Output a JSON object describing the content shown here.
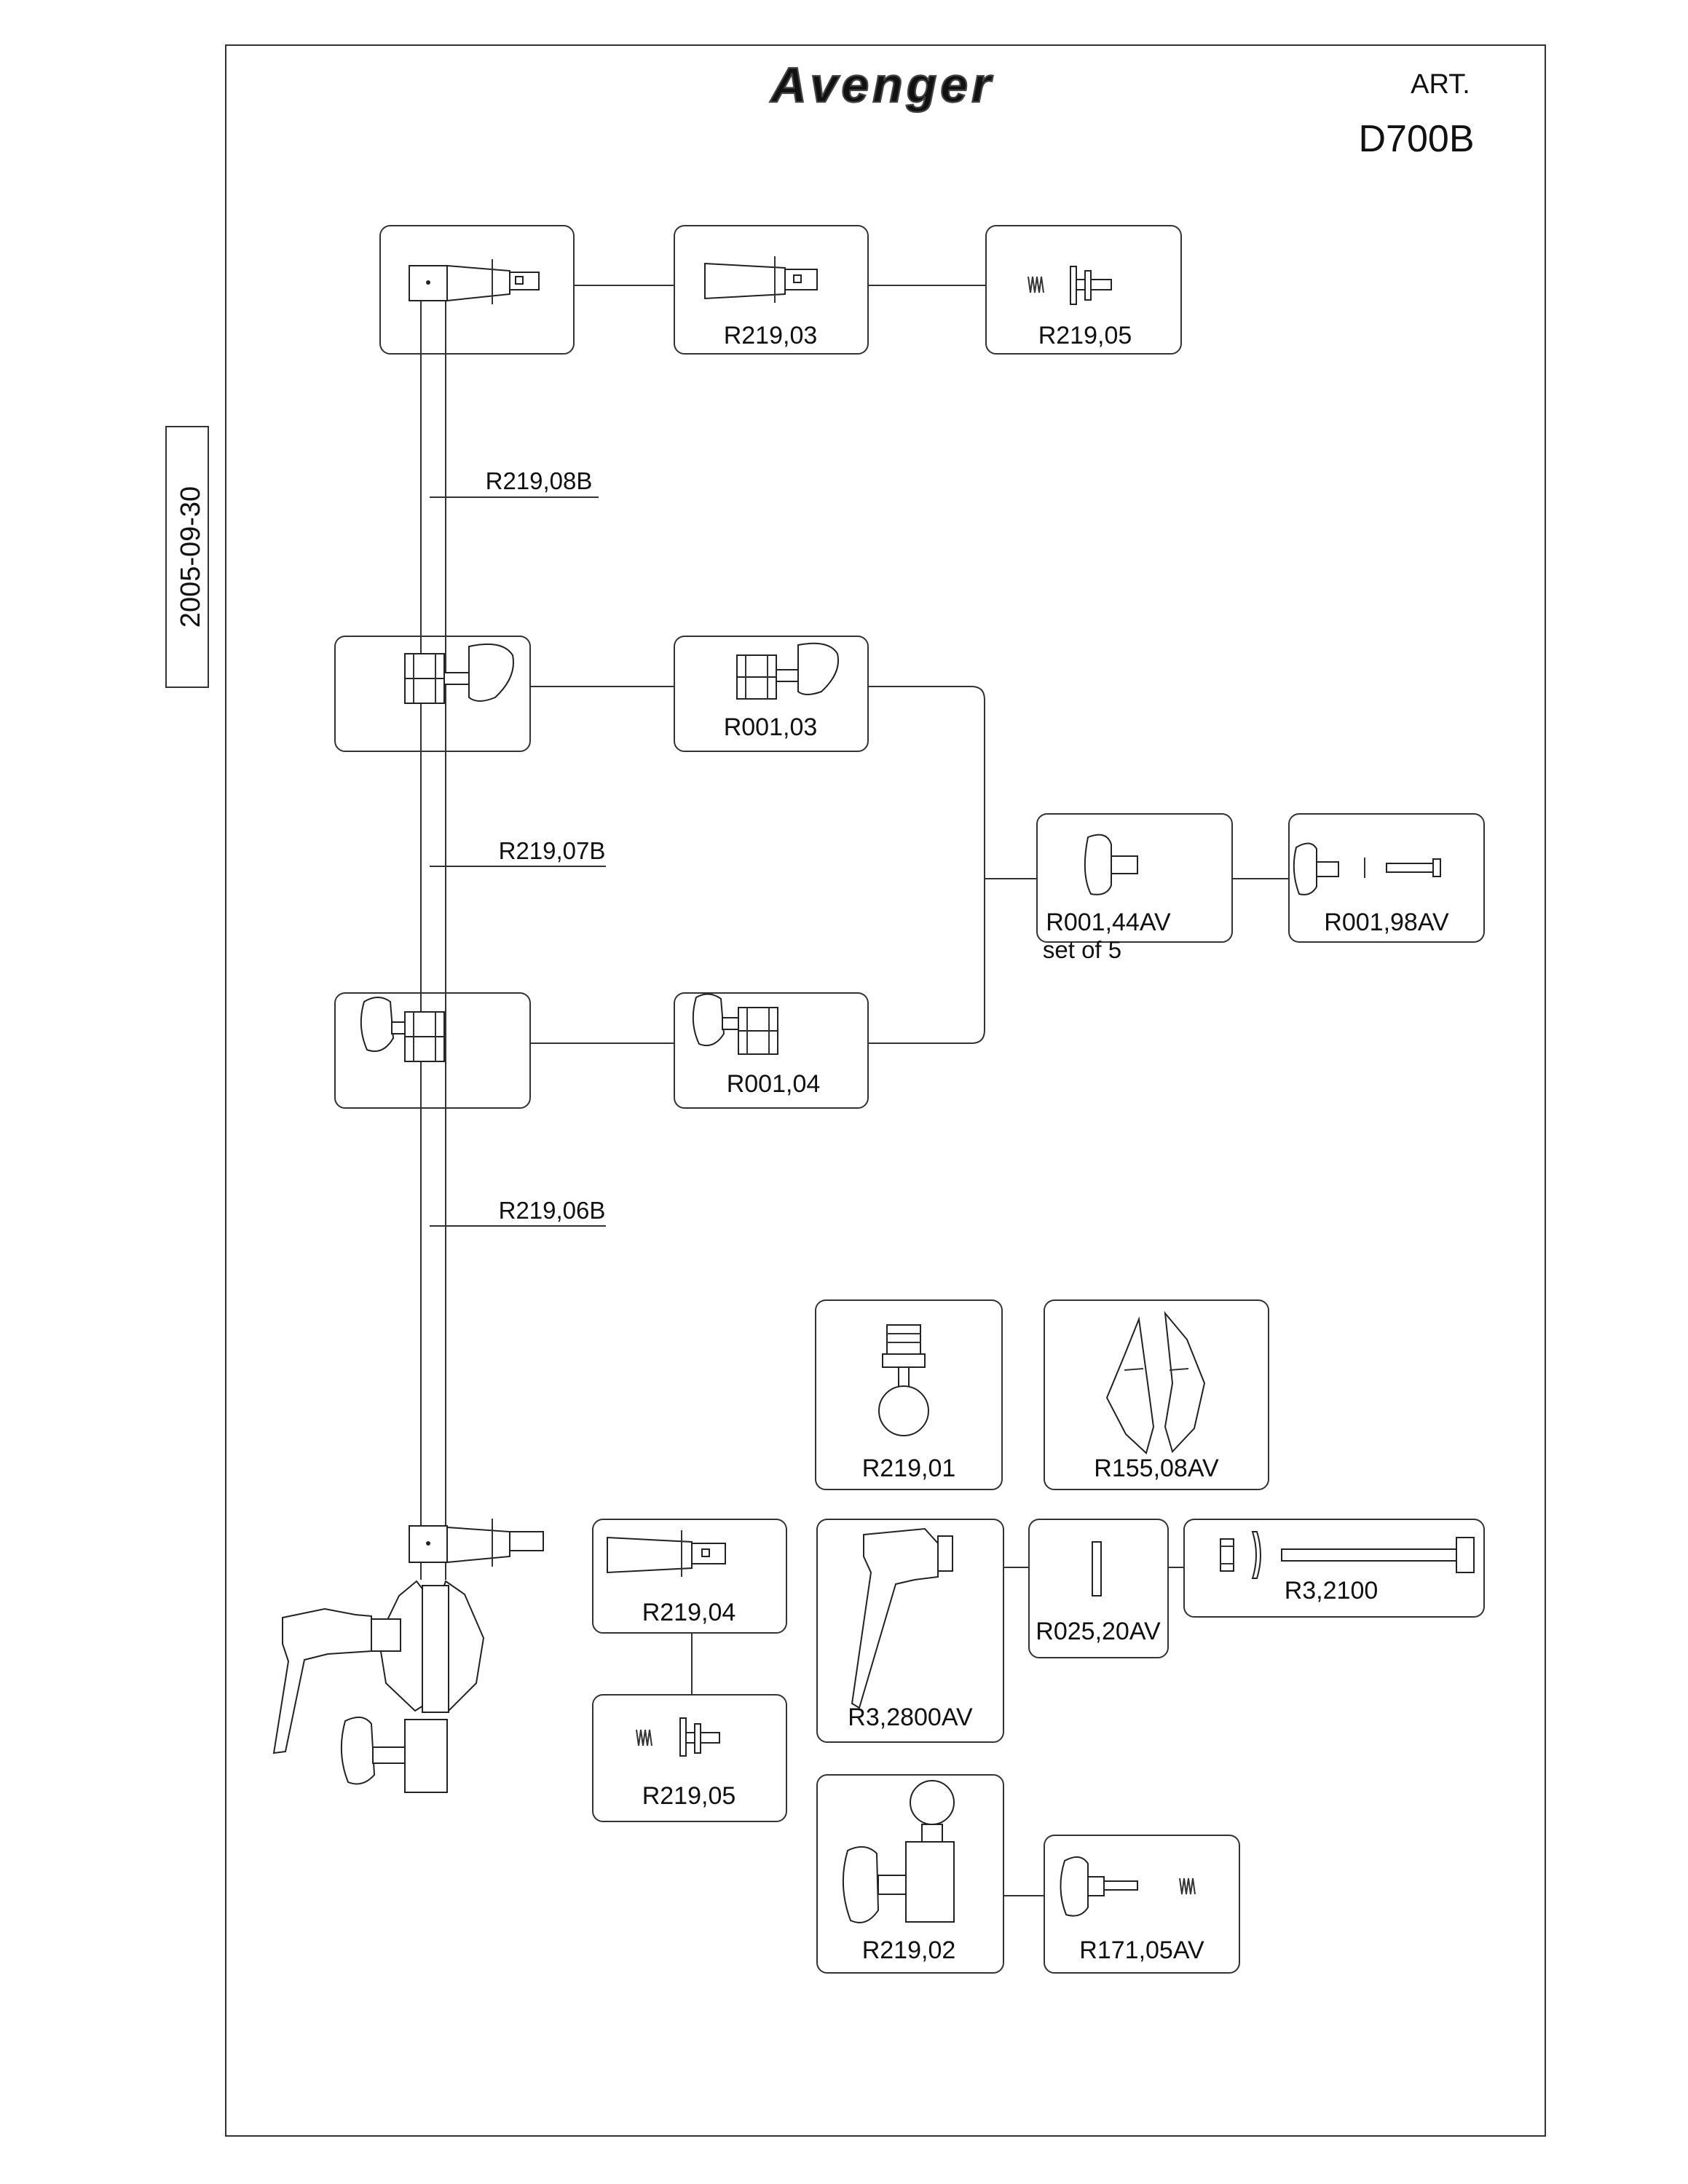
{
  "brand": "Avenger",
  "art_label": "ART.",
  "art_number": "D700B",
  "date": "2005-09-30",
  "rod_labels": {
    "top": "R219,08B",
    "middle": "R219,07B",
    "bottom": "R219,06B"
  },
  "parts": {
    "r219_03": "R219,03",
    "r219_05_top": "R219,05",
    "r001_03": "R001,03",
    "r001_44av": "R001,44AV",
    "r001_44av_note": "set of 5",
    "r001_98av": "R001,98AV",
    "r001_04": "R001,04",
    "r219_01": "R219,01",
    "r155_08av": "R155,08AV",
    "r219_04": "R219,04",
    "r219_05_bottom": "R219,05",
    "r3_2800av": "R3,2800AV",
    "r025_20av": "R025,20AV",
    "r3_2100": "R3,2100",
    "r219_02": "R219,02",
    "r171_05av": "R171,05AV"
  }
}
